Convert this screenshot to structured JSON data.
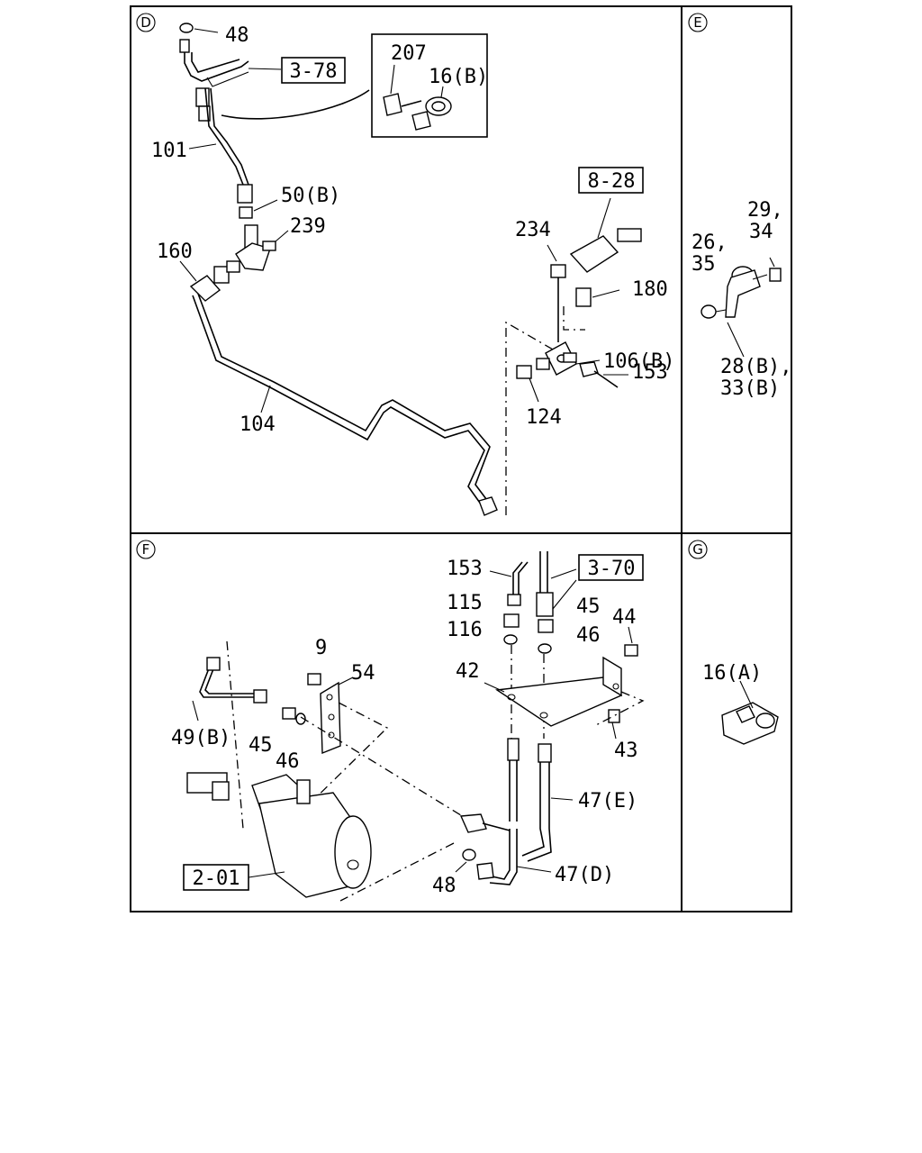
{
  "sections": {
    "d": {
      "badge": "D"
    },
    "e": {
      "badge": "E"
    },
    "f": {
      "badge": "F"
    },
    "g": {
      "badge": "G"
    }
  },
  "refs": {
    "r_3_78": "3-78",
    "r_8_28": "8-28",
    "r_3_70": "3-70",
    "r_2_01": "2-01"
  },
  "labels": {
    "d_48": "48",
    "d_207": "207",
    "d_16b": "16(B)",
    "d_101": "101",
    "d_50b": "50(B)",
    "d_239": "239",
    "d_160": "160",
    "d_234": "234",
    "d_180": "180",
    "d_106b": "106(B)",
    "d_153": "153",
    "d_124": "124",
    "d_104": "104",
    "e_29": "29,",
    "e_34": "34",
    "e_26": "26,",
    "e_35": "35",
    "e_28b": "28(B),",
    "e_33b": "33(B)",
    "f_153": "153",
    "f_115": "115",
    "f_116": "116",
    "f_45a": "45",
    "f_46a": "46",
    "f_44": "44",
    "f_9": "9",
    "f_54": "54",
    "f_42": "42",
    "f_49b": "49(B)",
    "f_45b": "45",
    "f_46b": "46",
    "f_43": "43",
    "f_47e": "47(E)",
    "f_47d": "47(D)",
    "f_48": "48",
    "g_16a": "16(A)"
  }
}
